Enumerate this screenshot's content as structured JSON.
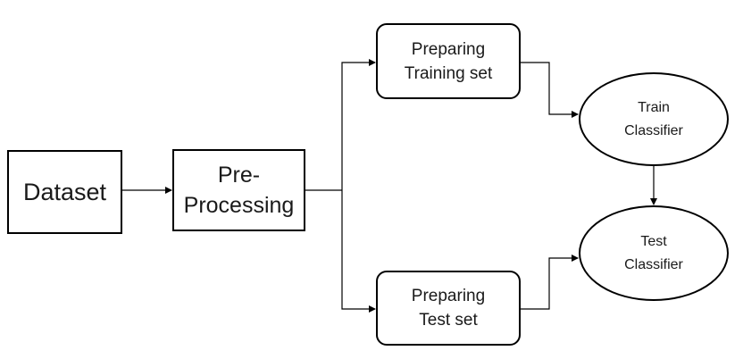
{
  "nodes": {
    "dataset": {
      "lines": [
        "Dataset"
      ]
    },
    "preprocessing": {
      "lines": [
        "Pre-",
        "Processing"
      ]
    },
    "training_set": {
      "lines": [
        "Preparing",
        "Training set"
      ]
    },
    "test_set": {
      "lines": [
        "Preparing",
        "Test set"
      ]
    },
    "train_classifier": {
      "lines": [
        "Train",
        "Classifier"
      ]
    },
    "test_classifier": {
      "lines": [
        "Test",
        "Classifier"
      ]
    }
  },
  "colors": {
    "stroke": "#000000",
    "background": "#ffffff",
    "text": "#1a1a1a"
  }
}
